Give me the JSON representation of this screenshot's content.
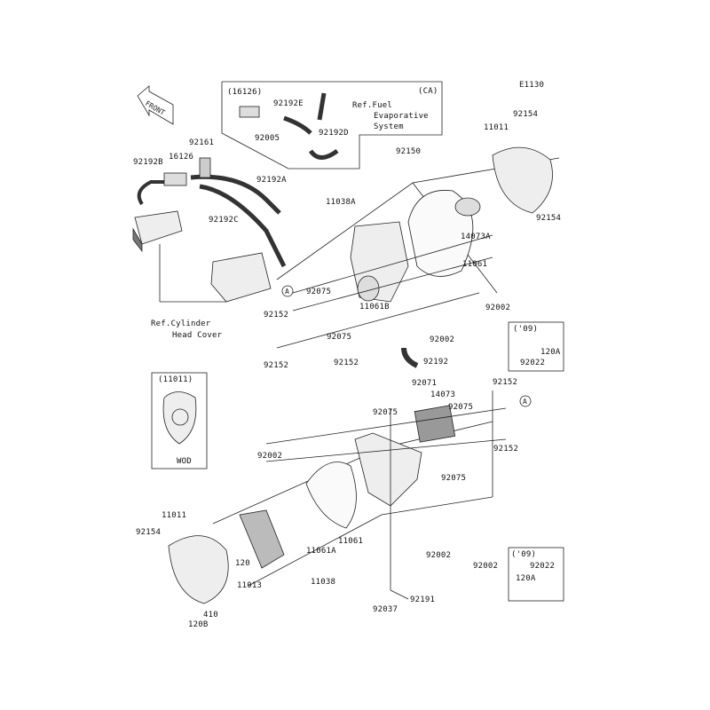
{
  "diagram_code": "E1130",
  "front_marker": "FRONT",
  "ca_box": {
    "title": "(CA)",
    "ref": [
      "Ref.Fuel",
      "Evaporative",
      "System"
    ]
  },
  "ref_cylinder": [
    "Ref.Cylinder",
    "Head Cover"
  ],
  "wod_box": {
    "title": "(11011)",
    "caption": "WOD"
  },
  "inset_09": "('09)",
  "callout_a": "A",
  "labels": [
    "(16126)",
    "92192E",
    "92005",
    "92192D",
    "92161",
    "16126",
    "92192B",
    "92192A",
    "92192C",
    "11038A",
    "92150",
    "92154",
    "11011",
    "14073A",
    "11061",
    "92154",
    "92075",
    "11061B",
    "92002",
    "92152",
    "92075",
    "92002",
    "120A",
    "92022",
    "92152",
    "92152",
    "92192",
    "92071",
    "14073",
    "92152",
    "92075",
    "92075",
    "92002",
    "92152",
    "92075",
    "11011",
    "92154",
    "120",
    "11061",
    "11061A",
    "92002",
    "92002",
    "11013",
    "11038",
    "92022",
    "120A",
    "92191",
    "92037",
    "410",
    "120B"
  ],
  "colors": {
    "line": "#222222",
    "part_fill": "#f4f4f4",
    "shade": "#888888"
  }
}
